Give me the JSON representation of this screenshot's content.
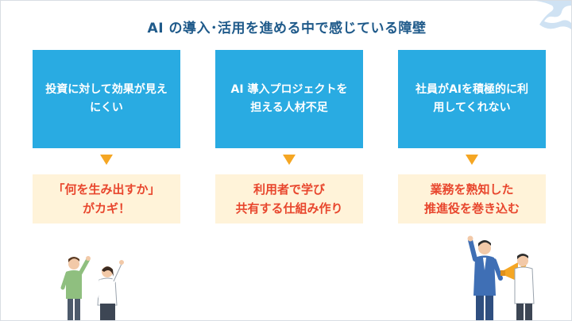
{
  "title": "AI の導入･活用を進める中で感じている障壁",
  "columns": [
    {
      "challenge_line1": "投資に対して効果が見え",
      "challenge_line2": "にくい",
      "solution_line1": "「何を生み出すか」",
      "solution_line2": "がカギ！"
    },
    {
      "challenge_line1": "AI 導入プロジェクトを",
      "challenge_line2": "担える人材不足",
      "solution_line1": "利用者で学び",
      "solution_line2": "共有する仕組み作り"
    },
    {
      "challenge_line1": "社員がAIを積極的に利",
      "challenge_line2": "用してくれない",
      "solution_line1": "業務を熟知した",
      "solution_line2": "推進役を巻き込む"
    }
  ],
  "colors": {
    "title": "#1f5a8a",
    "challenge_bg": "#29abe2",
    "solution_bg": "#fff3d9",
    "solution_text": "#e8462d",
    "arrow": "#f5a623"
  },
  "icons": {
    "corner": "brand-swoosh-decoration",
    "left_illustration": "cheering-two-people",
    "right_illustration": "businessman-with-megaphone"
  }
}
